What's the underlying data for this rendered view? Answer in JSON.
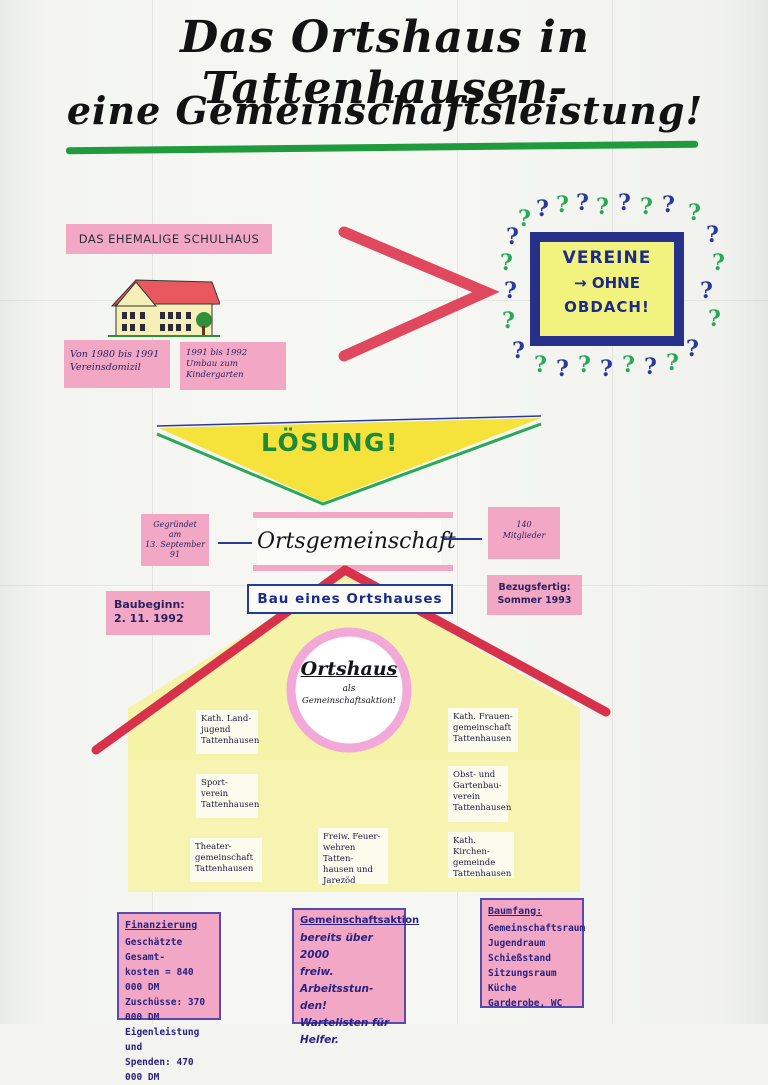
{
  "title": {
    "line1": "Das Ortshaus in Tattenhausen-",
    "line2": "eine Gemeinschaftsleistung!"
  },
  "left_panel": {
    "school_label": "DAS EHEMALIGE SCHULHAUS",
    "period1": [
      "Von 1980 bis 1991",
      "Vereinsdomizil"
    ],
    "period2": [
      "1991 bis 1992",
      "Umbau zum",
      "Kindergarten"
    ]
  },
  "right_panel": {
    "question_mark": "?",
    "line1": "VEREINE",
    "line2": "→ OHNE",
    "line3": "OBDACH!"
  },
  "solution": {
    "label": "LÖSUNG!"
  },
  "community": {
    "founded": [
      "Gegründet",
      "am",
      "13. September 91"
    ],
    "name": "Ortsgemeinschaft",
    "members": [
      "140",
      "Mitglieder"
    ]
  },
  "construction": {
    "start": [
      "Baubeginn:",
      "2. 11. 1992"
    ],
    "build": "Bau eines Ortshauses",
    "ready": [
      "Bezugsfertig:",
      "Sommer 1993"
    ]
  },
  "house": {
    "circle_title": "Ortshaus",
    "circle_sub1": "als",
    "circle_sub2": "Gemeinschaftsaktion!",
    "clubs": {
      "landjugend": [
        "Kath. Land-",
        "jugend",
        "Tattenhausen"
      ],
      "frauen": [
        "Kath. Frauen-",
        "gemeinschaft",
        "Tattenhausen"
      ],
      "sport": [
        "Sport-",
        "verein",
        "Tattenhausen"
      ],
      "obst": [
        "Obst- und",
        "Gartenbau-",
        "verein",
        "Tattenhausen"
      ],
      "theater": [
        "Theater-",
        "gemeinschaft",
        "Tattenhausen"
      ],
      "feuerwehr": [
        "Freiw. Feuer-",
        "wehren Tatten-",
        "hausen und",
        "Jarezöd"
      ],
      "kirchen": [
        "Kath. Kirchen-",
        "gemeinde",
        "Tattenhausen"
      ]
    }
  },
  "cards": {
    "finanzierung": {
      "head": "Finanzierung",
      "lines": [
        "Geschätzte Gesamt-",
        "kosten = 840 000 DM",
        "Zuschüsse: 370 000 DM",
        "Eigenleistung und",
        "Spenden: 470 000 DM"
      ]
    },
    "gemeinschaft": {
      "head": "Gemeinschaftsaktion",
      "lines": [
        "bereits über 2000",
        "freiw. Arbeitsstun-",
        "den!",
        "Wartelisten für",
        "Helfer."
      ]
    },
    "baumfang": {
      "head": "Baumfang:",
      "lines": [
        "Gemeinschaftsraum",
        "Jugendraum",
        "Schießstand",
        "Sitzungsraum",
        "Küche",
        "Garderobe, WC"
      ]
    }
  },
  "colors": {
    "pink": "#f2a8c4",
    "navy": "#27318a",
    "green": "#1f9a3c",
    "yellow": "#f5e23a",
    "house_yellow": "#f5f3a8",
    "roof_red": "#d8324a"
  }
}
